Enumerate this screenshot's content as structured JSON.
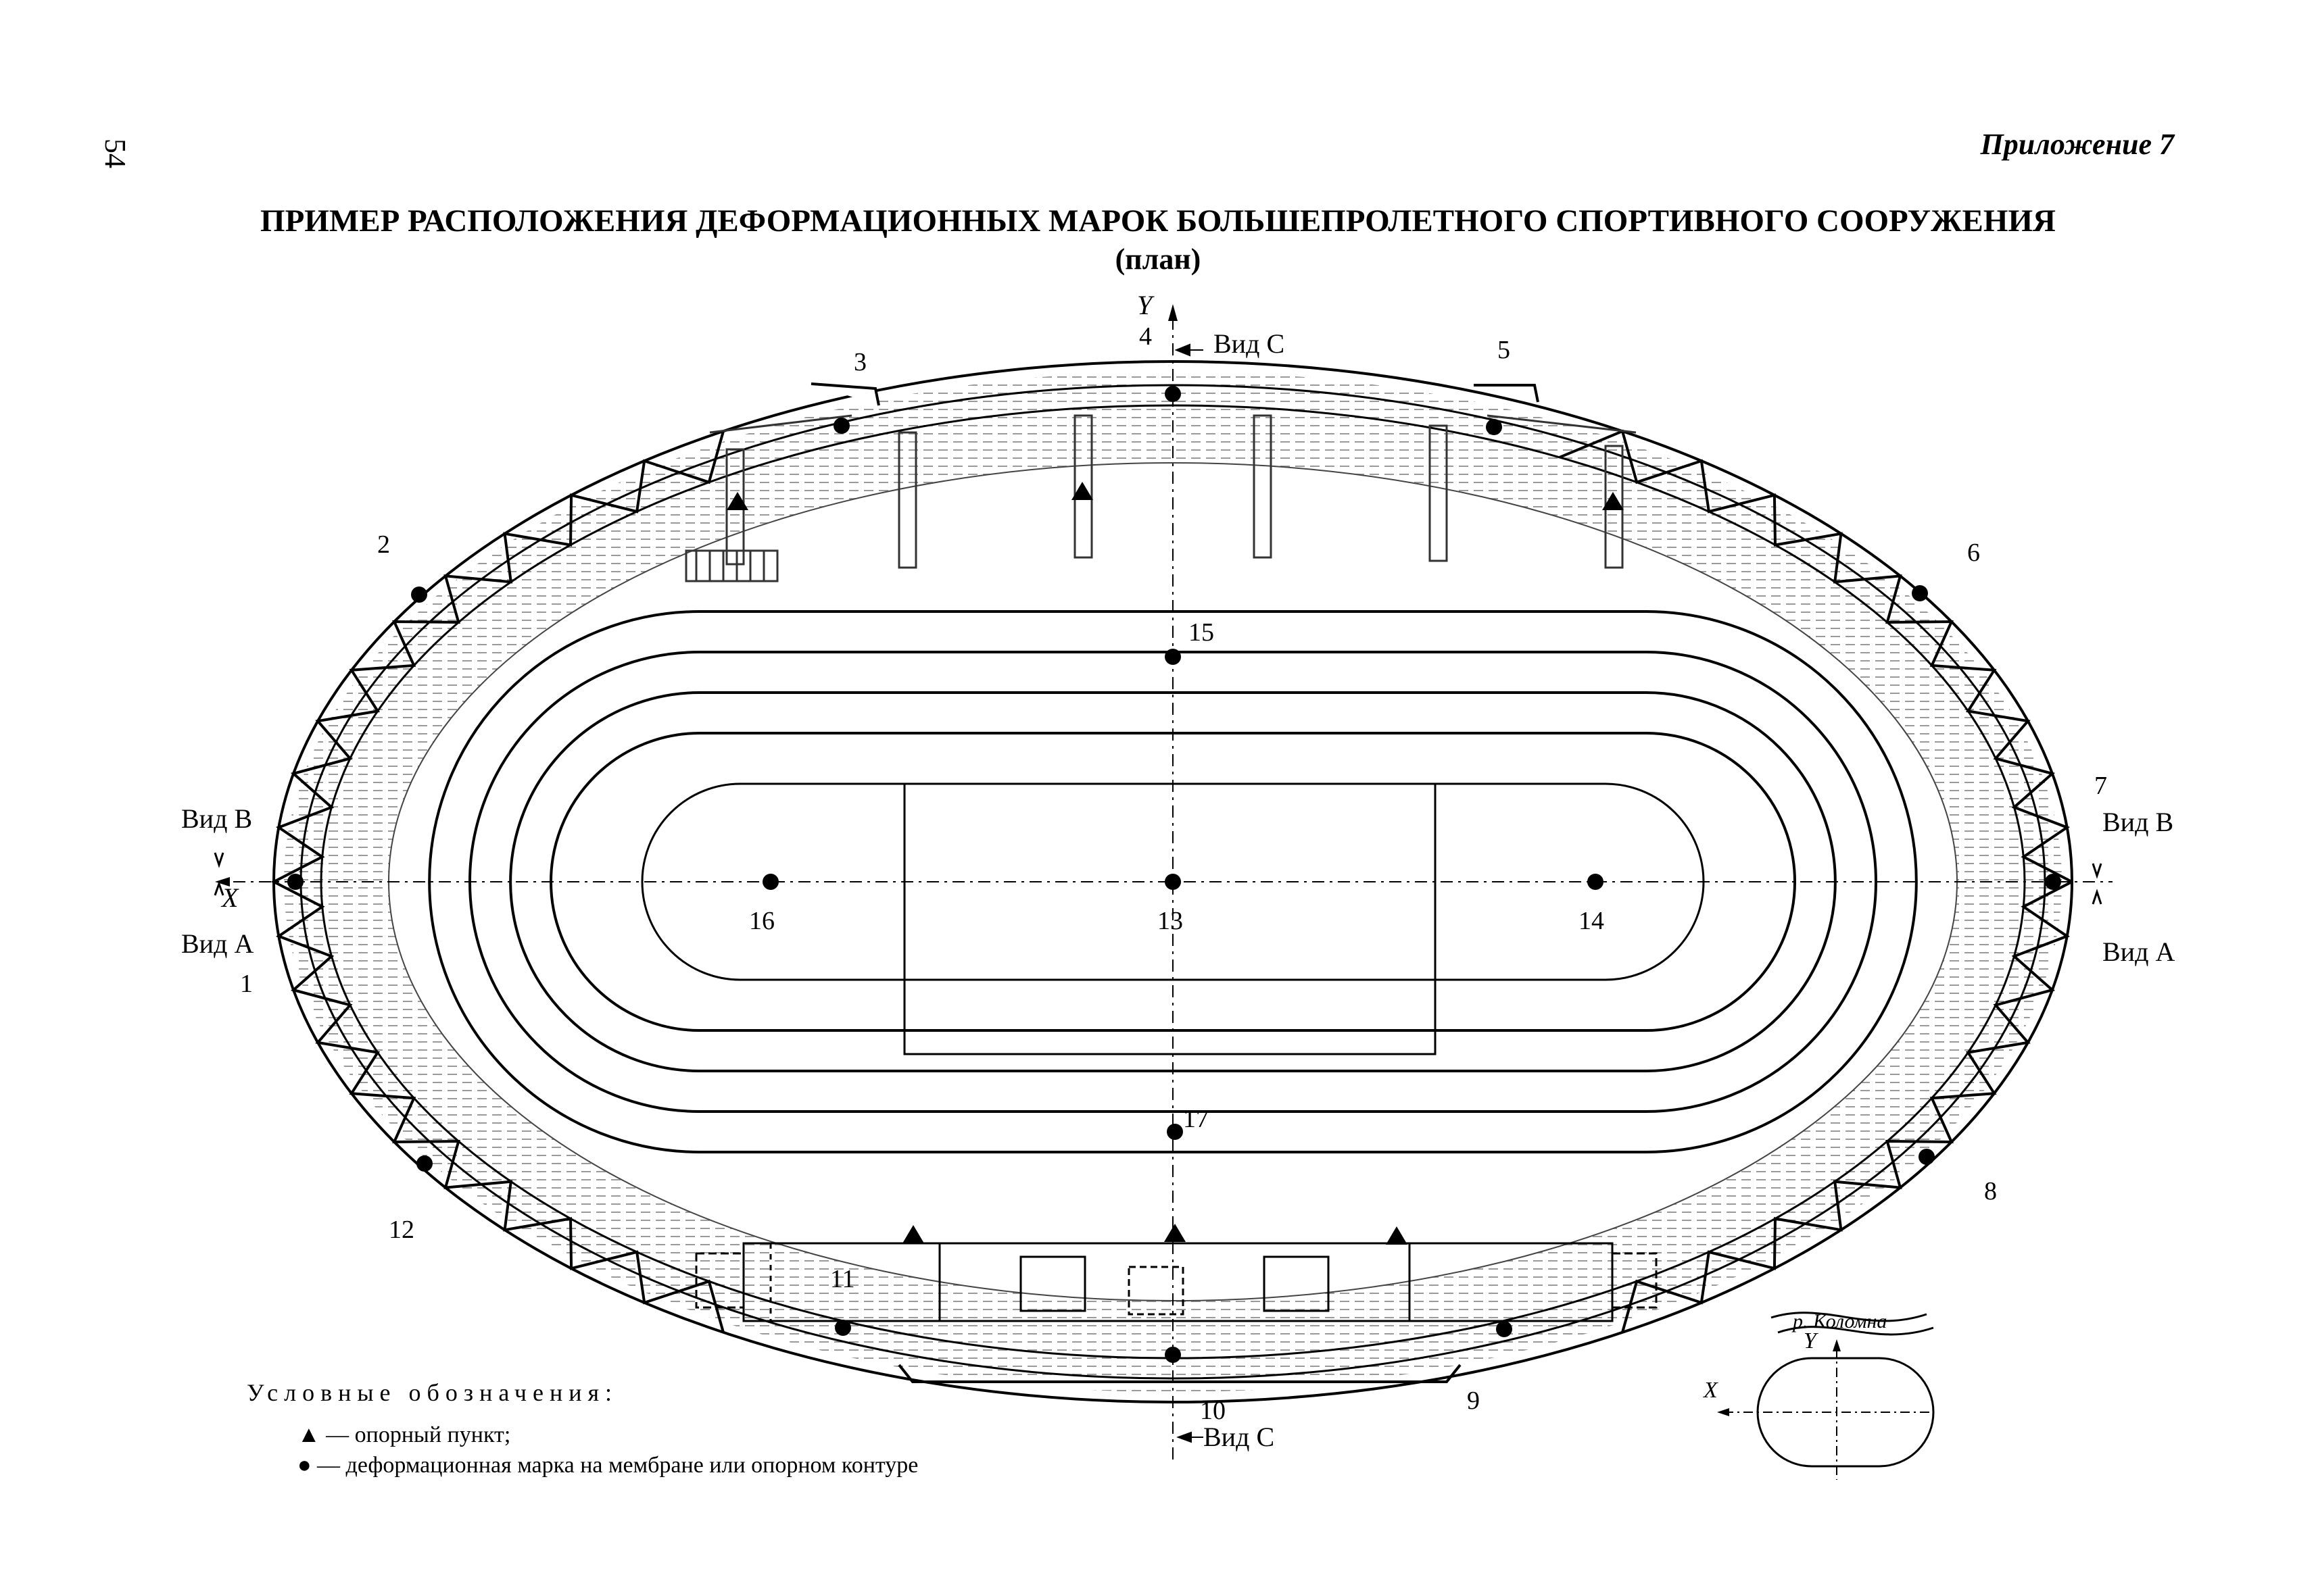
{
  "header": {
    "page_number": "54",
    "appendix": "Приложение 7",
    "title": "ПРИМЕР РАСПОЛОЖЕНИЯ ДЕФОРМАЦИОННЫХ МАРОК БОЛЬШЕПРОЛЕТНОГО СПОРТИВНОГО СООРУЖЕНИЯ",
    "subtitle": "(план)"
  },
  "axes": {
    "x": "X",
    "y": "Y"
  },
  "views": {
    "view_a": "Вид А",
    "view_b": "Вид В",
    "view_c": "Вид С"
  },
  "mark_labels": {
    "m1": "1",
    "m2": "2",
    "m3": "3",
    "m4": "4",
    "m5": "5",
    "m6": "6",
    "m7": "7",
    "m8": "8",
    "m9": "9",
    "m10": "10",
    "m11": "11",
    "m12": "12",
    "m13": "13",
    "m14": "14",
    "m15": "15",
    "m16": "16",
    "m17": "17"
  },
  "legend": {
    "title": "Условные обозначения:",
    "items": [
      {
        "symbol": "triangle",
        "text": "▲ — опорный пункт;"
      },
      {
        "symbol": "circle",
        "text": "● — деформационная марка на мембране или опорном контуре"
      }
    ]
  },
  "inset": {
    "river": "р. Коломна",
    "x": "X",
    "y": "Y"
  }
}
